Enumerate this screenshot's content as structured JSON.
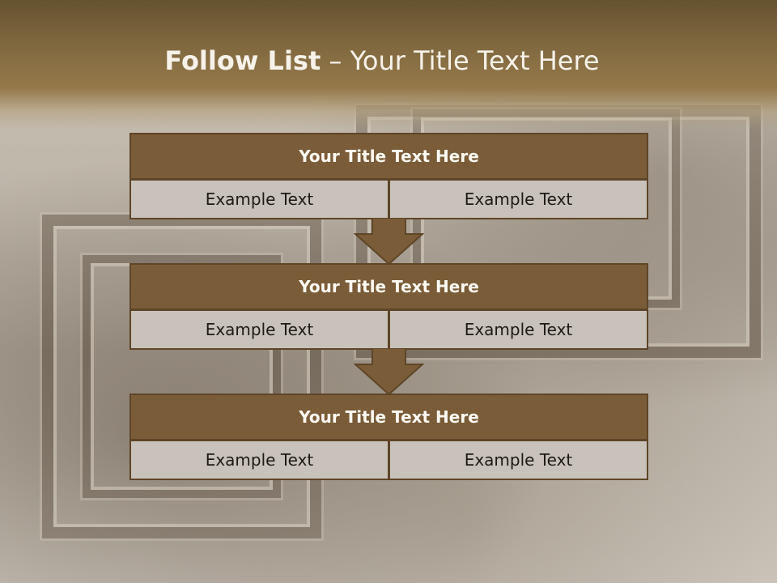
{
  "slide": {
    "title_bold": "Follow List",
    "title_rest": " – Your Title Text Here"
  },
  "colors": {
    "header_band": "#80683f",
    "block_head": "#7a5c38",
    "block_border": "#5e4527",
    "cell_fill": "#c9c2bb",
    "arrow_fill": "#7a5c38"
  },
  "steps": [
    {
      "title": "Your Title Text Here",
      "left": "Example Text",
      "right": "Example Text"
    },
    {
      "title": "Your Title Text Here",
      "left": "Example Text",
      "right": "Example Text"
    },
    {
      "title": "Your Title Text Here",
      "left": "Example Text",
      "right": "Example Text"
    }
  ],
  "connectors": [
    "down-arrow-icon",
    "down-arrow-icon"
  ]
}
